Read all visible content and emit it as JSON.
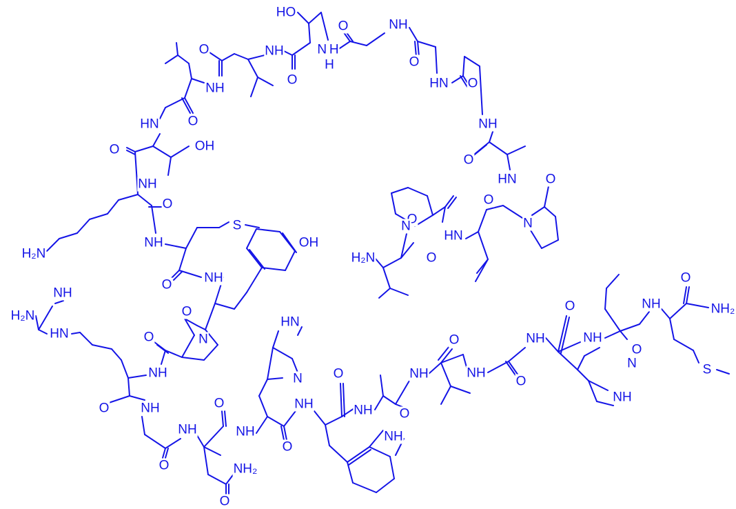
{
  "diagram": {
    "kind": "peptide skeletal formula",
    "ink_color": "#1414e6",
    "background": "#ffffff"
  },
  "labels": {
    "ho_thr1": "HO",
    "nh_1": "NH",
    "o_1": "O",
    "n_h_1": "N H",
    "o_2": "O",
    "n_h_2": "H",
    "o_3": "O",
    "o_4": "O",
    "o_5": "O",
    "nh_gly": "NH",
    "hn_gly": "HN",
    "o_6": "O",
    "nh_leu": "NH",
    "o_7": "O",
    "hn_thr2": "HN",
    "oh_thr2": "OH",
    "o_8": "O",
    "nh_lys": "NH",
    "o_9": "O",
    "nh_met": "NH",
    "s_met": "S",
    "oh_tyr": "OH",
    "h2n_lys": "H₂N",
    "o_10": "O",
    "nh_tyr": "NH",
    "o_11": "O",
    "n_pro1": "N",
    "o_12": "O",
    "nh_pro": "NH",
    "hn_ala": "HN",
    "o_13": "O",
    "n_pro2": "N",
    "n_pro3": "N",
    "o_14": "O",
    "hn_leu2": "HN",
    "h2n_val": "H₂N",
    "o_15": "O",
    "o_16": "O",
    "nh_arg": "NH",
    "h2n_arg": "H₂N",
    "hn_arg": "HN",
    "o_17": "O",
    "nh_arg2": "NH",
    "o_18": "O",
    "nh_gly2": "NH",
    "o_19": "O",
    "nh_asn": "NH",
    "nh2_asn": "NH₂",
    "o_20": "O",
    "o_21": "O",
    "nh_his": "NH",
    "o_22": "O",
    "hn_im1": "HN",
    "n_im1": "N",
    "nh_his2": "NH",
    "o_23": "O",
    "nh_trp": "NH",
    "nh_indole": "NH",
    "o_24": "O",
    "nh_ala2": "NH",
    "nh_val2": "NH",
    "o_25": "O",
    "nh_gly3": "NH",
    "o_26": "O",
    "nh_his3": "NH",
    "o_27": "O",
    "nh_leu3": "NH",
    "o_28": "O",
    "nh_met2": "NH",
    "o_29": "O",
    "nh2_met": "NH₂",
    "n_im2": "N",
    "nh_im2": "NH",
    "s_met2": "S"
  }
}
